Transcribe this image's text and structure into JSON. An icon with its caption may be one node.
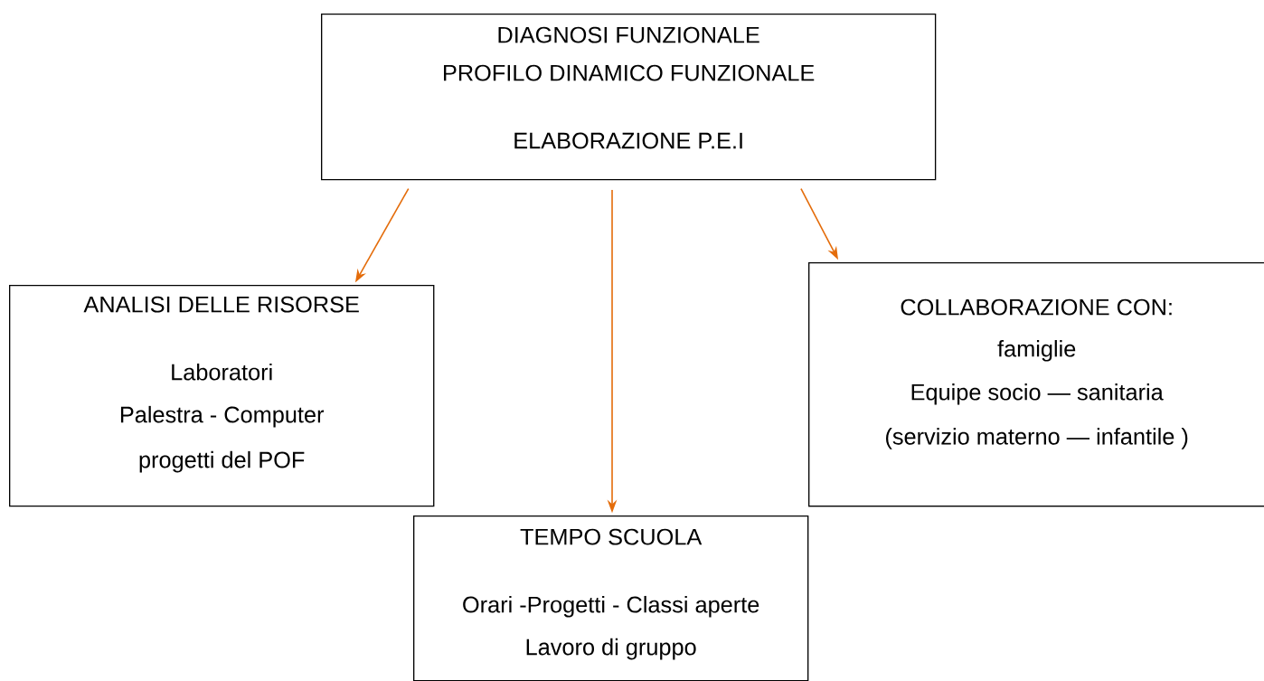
{
  "diagram": {
    "nodes": [
      {
        "text": [
          "DIAGNOSI  FUNZIONALE",
          "PROFILO DINAMICO FUNZIONALE",
          "ELABORAZIONE  P.E.I"
        ]
      },
      {
        "text": [
          "ANALISI DELLE RISORSE",
          "Laboratori",
          "Palestra   - Computer",
          "progetti del POF"
        ]
      },
      {
        "text": [
          "TEMPO SCUOLA",
          "Orari -Progetti - Classi aperte",
          "Lavoro di gruppo"
        ]
      },
      {
        "text": [
          "COLLABORAZIONE CON:",
          "famiglie",
          "Equipe socio — sanitaria",
          "(servizio materno  — infantile )"
        ]
      }
    ],
    "edges": [
      {
        "from": 0,
        "to": 1,
        "arrow": "to"
      },
      {
        "from": 0,
        "to": 2,
        "arrow": "to"
      },
      {
        "from": 0,
        "to": 3,
        "arrow": "to"
      }
    ]
  }
}
